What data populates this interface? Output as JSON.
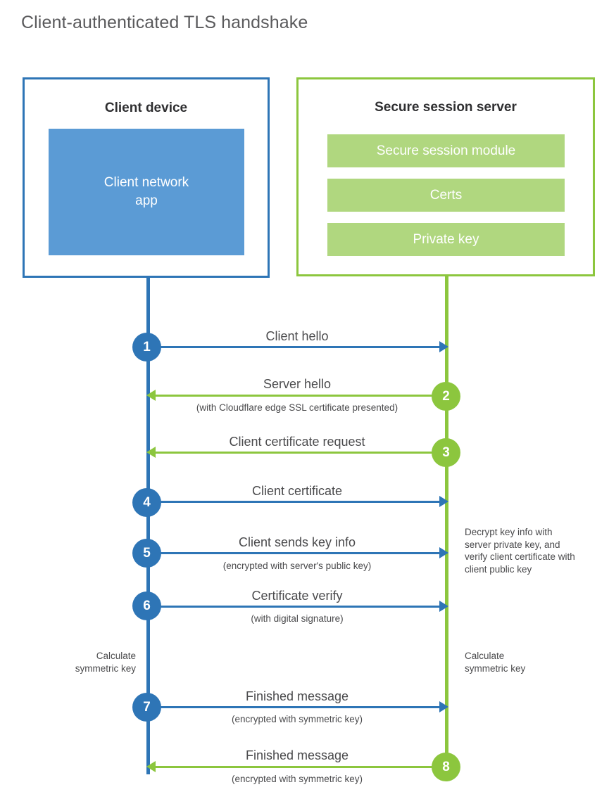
{
  "title": "Client-authenticated TLS handshake",
  "colors": {
    "client_blue": "#2e75b6",
    "client_app_fill": "#5b9bd5",
    "server_green": "#8cc63e",
    "server_bar_fill": "#b0d77f",
    "text_gray": "#4a4a4c",
    "title_gray": "#5a5a5c"
  },
  "client": {
    "title": "Client device",
    "app_label": "Client network\napp",
    "app_label_line1": "Client network",
    "app_label_line2": "app"
  },
  "server": {
    "title": "Secure session server",
    "items": [
      {
        "label": "Secure session module"
      },
      {
        "label": "Certs"
      },
      {
        "label": "Private key"
      }
    ]
  },
  "steps": [
    {
      "number": "1",
      "label": "Client hello",
      "sub": "",
      "side": "client",
      "direction": "right"
    },
    {
      "number": "2",
      "label": "Server hello",
      "sub": "(with Cloudflare edge SSL certificate presented)",
      "side": "server",
      "direction": "left"
    },
    {
      "number": "3",
      "label": "Client certificate request",
      "sub": "",
      "side": "server",
      "direction": "left"
    },
    {
      "number": "4",
      "label": "Client certificate",
      "sub": "",
      "side": "client",
      "direction": "right"
    },
    {
      "number": "5",
      "label": "Client sends key info",
      "sub": "(encrypted with server's public key)",
      "side": "client",
      "direction": "right"
    },
    {
      "number": "6",
      "label": "Certificate verify",
      "sub": "(with digital signature)",
      "side": "client",
      "direction": "right"
    },
    {
      "number": "7",
      "label": "Finished message",
      "sub": "(encrypted with symmetric key)",
      "side": "client",
      "direction": "right"
    },
    {
      "number": "8",
      "label": "Finished message",
      "sub": "(encrypted with symmetric key)",
      "side": "server",
      "direction": "left"
    }
  ],
  "notes": {
    "server_decrypt": "Decrypt key info with server private key, and verify client certificate with client public key",
    "client_calculate": "Calculate\nsymmetric key",
    "client_calculate_line1": "Calculate",
    "client_calculate_line2": "symmetric key",
    "server_calculate_line1": "Calculate",
    "server_calculate_line2": "symmetric key"
  }
}
